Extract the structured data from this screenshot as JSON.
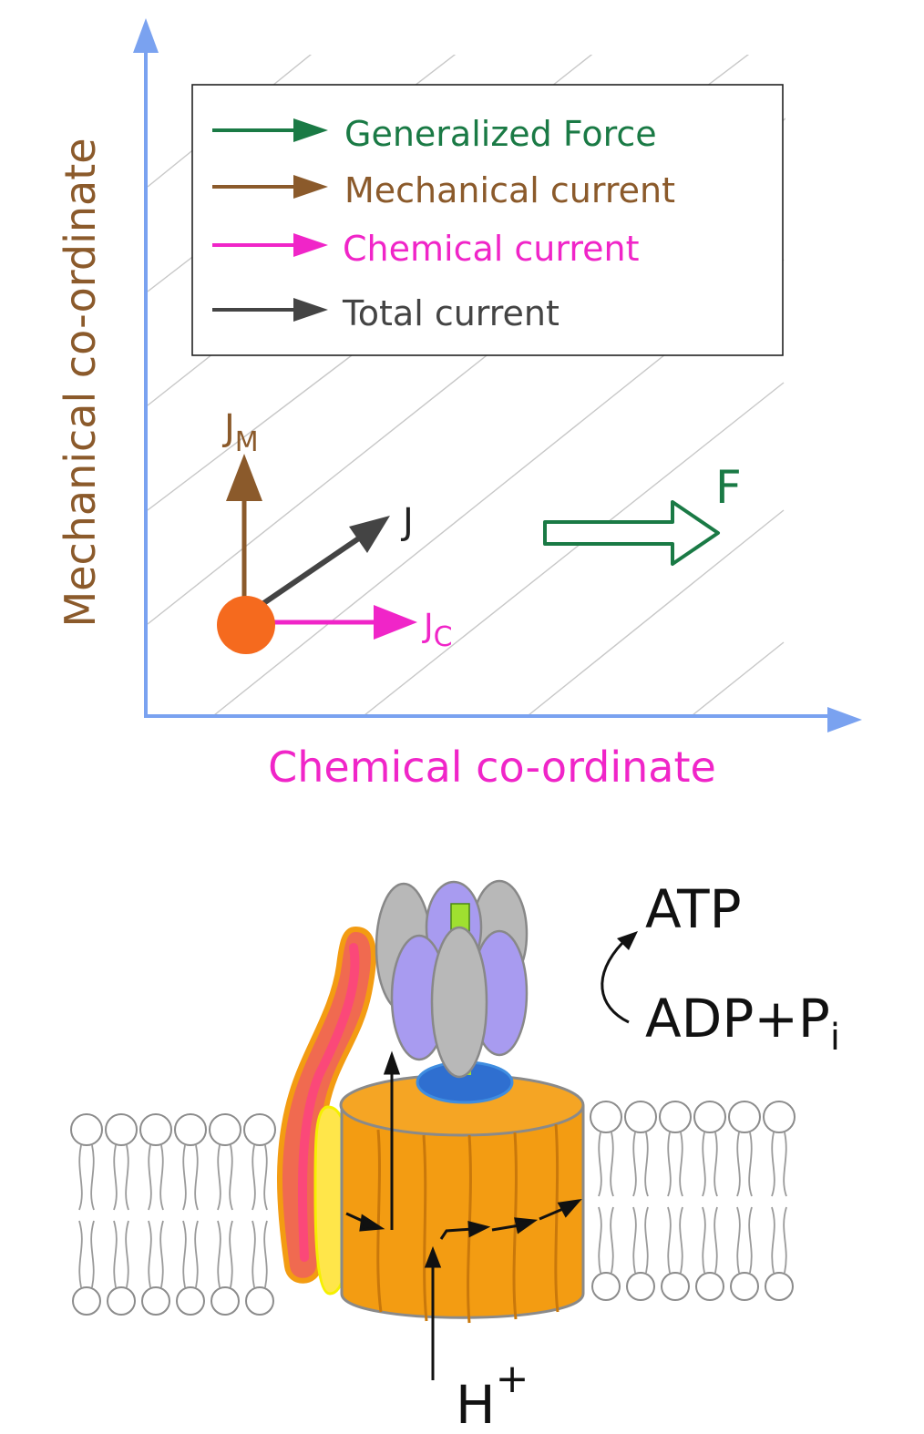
{
  "axes": {
    "y_label": "Mechanical co-ordinate",
    "x_label": "Chemical co-ordinate",
    "axis_color": "#7aa2f0"
  },
  "legend": {
    "items": [
      {
        "label": "Generalized Force",
        "color": "#1a7a45"
      },
      {
        "label": "Mechanical current",
        "color": "#8b5a2b"
      },
      {
        "label": "Chemical current",
        "color": "#f025c8"
      },
      {
        "label": "Total current",
        "color": "#444444"
      }
    ]
  },
  "vectors": {
    "jm_main": "J",
    "jm_sub": "M",
    "jc_main": "J",
    "jc_sub": "C",
    "j_label": "J",
    "f_label": "F"
  },
  "reaction": {
    "product": "ATP",
    "reactant_main": "ADP+P",
    "reactant_sub": "i"
  },
  "proton": {
    "main": "H",
    "sup": "+"
  },
  "colors": {
    "state_dot": "#f56a1e",
    "rotor": "#f39c12",
    "stator": "#f06a50",
    "alpha_subunit": "#a89bf0",
    "beta_subunit": "#b8b8b8",
    "stalk": "#9fe030",
    "base": "#2f6fd0"
  }
}
